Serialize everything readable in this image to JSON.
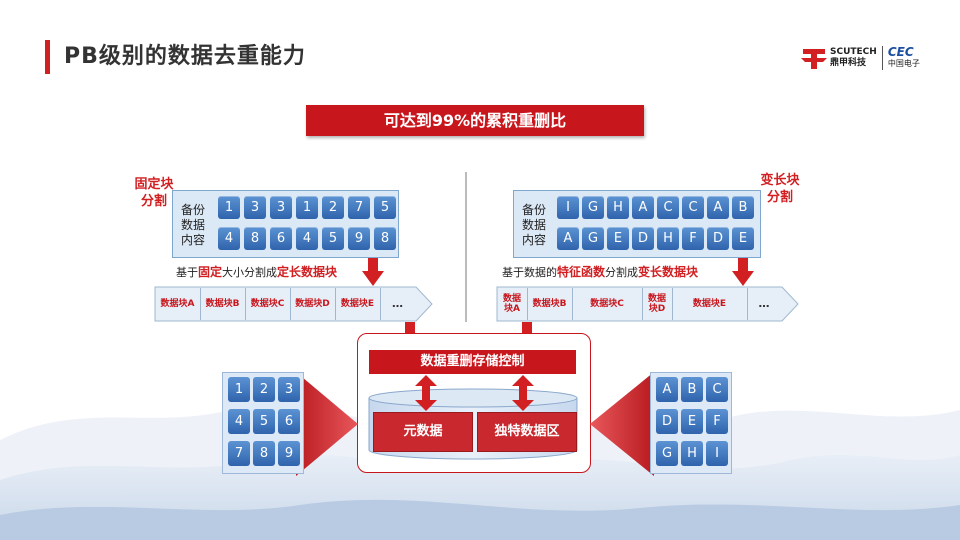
{
  "title": "PB级别的数据去重能力",
  "logo": {
    "brand_en": "SCUTECH",
    "brand_cn": "鼎甲科技",
    "partner_en": "CEC",
    "partner_cn": "中国电子"
  },
  "banner": "可达到99%的累积重删比",
  "left": {
    "label_line1": "固定块",
    "label_line2": "分割",
    "side": [
      "备份",
      "数据",
      "内容"
    ],
    "row1": [
      "1",
      "3",
      "3",
      "1",
      "2",
      "7",
      "5"
    ],
    "row2": [
      "4",
      "8",
      "6",
      "4",
      "5",
      "9",
      "8"
    ],
    "caption": {
      "pre": "基于",
      "em1": "固定",
      "mid": "大小分割成",
      "em2": "定长数据块"
    },
    "segments": [
      "数据块A",
      "数据块B",
      "数据块C",
      "数据块D",
      "数据块E",
      "…"
    ]
  },
  "right": {
    "label_line1": "变长块",
    "label_line2": "分割",
    "side": [
      "备份",
      "数据",
      "内容"
    ],
    "row1": [
      "I",
      "G",
      "H",
      "A",
      "C",
      "C",
      "A",
      "B"
    ],
    "row2": [
      "A",
      "G",
      "E",
      "D",
      "H",
      "F",
      "D",
      "E"
    ],
    "caption": {
      "pre": "基于数据的",
      "em1": "特征函数",
      "mid": "分割成",
      "em2": "变长数据块"
    },
    "segments": [
      "数据块A",
      "数据块B",
      "数据块C",
      "数据块D",
      "数据块E",
      "…"
    ]
  },
  "control": {
    "title": "数据重删存储控制",
    "box1": "元数据",
    "box2": "独特数据区"
  },
  "grid_left": [
    "1",
    "2",
    "3",
    "4",
    "5",
    "6",
    "7",
    "8",
    "9"
  ],
  "grid_right": [
    "A",
    "B",
    "C",
    "D",
    "E",
    "F",
    "G",
    "H",
    "I"
  ],
  "colors": {
    "accent": "#c8161d",
    "block": "#3a70b8",
    "panel": "#dbe8f5"
  }
}
